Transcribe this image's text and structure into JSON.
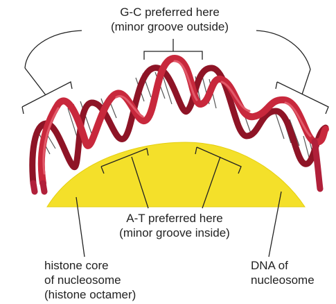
{
  "labels": {
    "gc_line1": "G-C preferred here",
    "gc_line2": "(minor groove outside)",
    "at_line1": "A-T preferred here",
    "at_line2": "(minor groove inside)",
    "core_line1": "histone core",
    "core_line2": "of nucleosome",
    "core_line3": "(histone octamer)",
    "dna_line1": "DNA of",
    "dna_line2": "nucleosome"
  },
  "colors": {
    "histone_core": "#f4e02a",
    "dna_ribbon": "#c8283c",
    "dna_ribbon_dark": "#8e1426",
    "base_pairs": "#555555",
    "label_text": "#222222"
  },
  "icons": {
    "bracket": "bracket-icon",
    "helix": "dna-helix-icon"
  }
}
